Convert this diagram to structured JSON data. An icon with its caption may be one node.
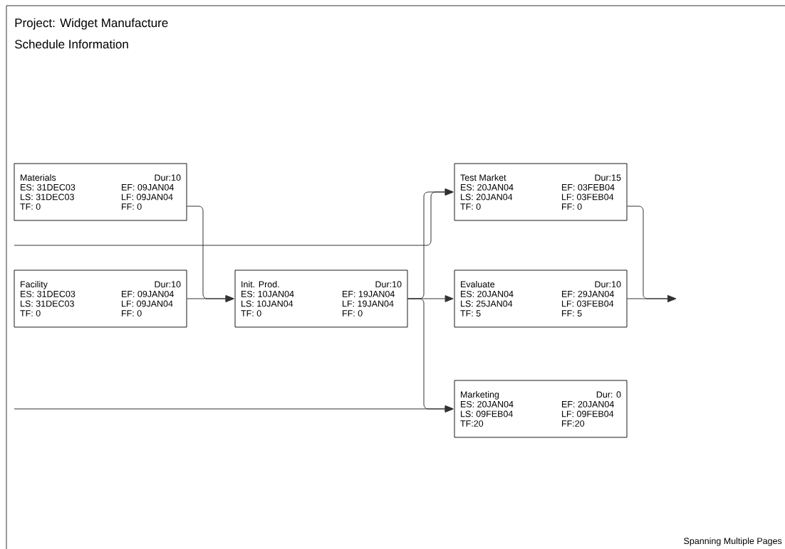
{
  "diagram": {
    "title": "Project: Widget Manufacture",
    "nodes": [
      {
        "text": [
          "Materials",
          "Dur:10",
          "ES: 31DEC03",
          "EF: 09JAN04",
          "LS: 31DEC03",
          "LF: 09JAN04",
          "TF: 0",
          "FF: 0"
        ]
      },
      {
        "text": [
          "Facility",
          "Dur:10",
          "ES: 31DEC03",
          "EF: 09JAN04",
          "LS: 31DEC03",
          "LF: 09JAN04",
          "TF: 0",
          "FF: 0"
        ]
      },
      {
        "text": [
          "Init. Prod.",
          "Dur:10",
          "ES: 10JAN04",
          "EF: 19JAN04",
          "LS: 10JAN04",
          "LF: 19JAN04",
          "TF: 0",
          "FF: 0"
        ]
      },
      {
        "text": [
          "Test Market",
          "Dur:15",
          "ES: 20JAN04",
          "EF: 03FEB04",
          "LS: 20JAN04",
          "LF: 03FEB04",
          "TF: 0",
          "FF: 0"
        ]
      },
      {
        "text": [
          "Evaluate",
          "Dur:10",
          "ES: 20JAN04",
          "EF: 29JAN04",
          "LS: 25JAN04",
          "LF: 03FEB04",
          "TF: 5",
          "FF: 5"
        ]
      },
      {
        "text": [
          "Marketing",
          "Dur: 0",
          "ES: 20JAN04",
          "EF: 20JAN04",
          "LS: 09FEB04",
          "LF: 09FEB04",
          "TF:20",
          "FF:20"
        ]
      }
    ],
    "edges": [
      {
        "from": 0,
        "to": 2,
        "arrow": "to"
      },
      {
        "from": 1,
        "to": 2,
        "arrow": "to"
      },
      {
        "from": 2,
        "to": 3,
        "arrow": "to"
      },
      {
        "from": 2,
        "to": 4,
        "arrow": "to"
      },
      {
        "from": 2,
        "to": 5,
        "arrow": "to"
      },
      {
        "from": null,
        "to": 3,
        "arrow": "to"
      },
      {
        "from": null,
        "to": 5,
        "arrow": "to"
      },
      {
        "from": 3,
        "to": null,
        "arrow": "to"
      },
      {
        "from": 4,
        "to": null,
        "arrow": "to"
      }
    ],
    "labels": [
      "Schedule Information",
      "Spanning Multiple Pages"
    ]
  }
}
